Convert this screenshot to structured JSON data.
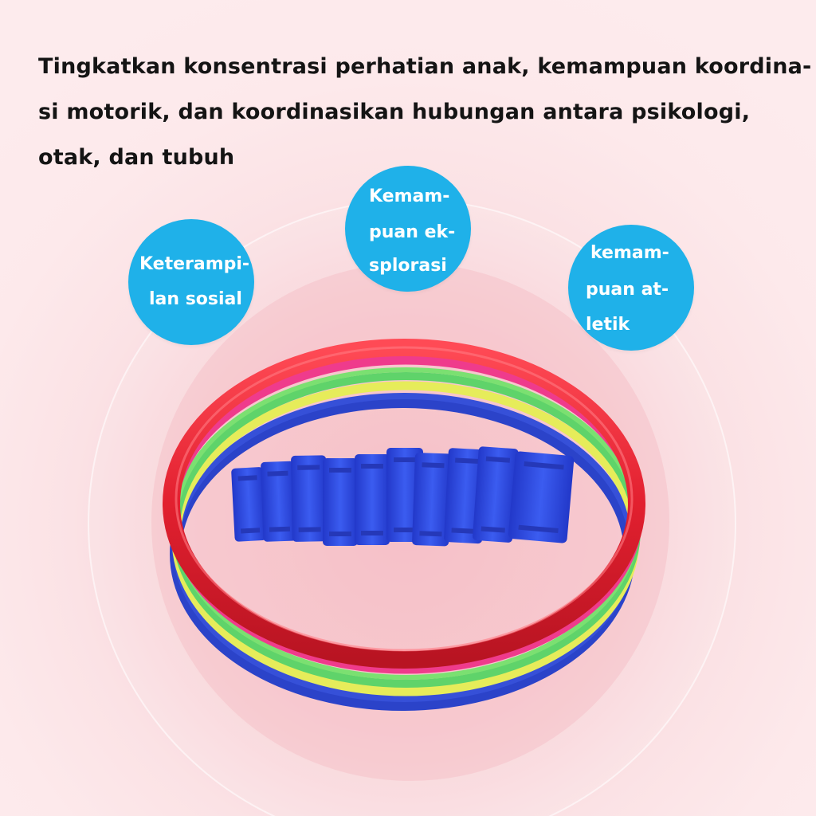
{
  "headline": {
    "line1": "Tingkatkan konsentrasi perhatian anak, kemampuan koordina-",
    "line2": "si motorik, dan koordinasikan hubungan antara psikologi,",
    "line3": "otak, dan tubuh"
  },
  "bubbles": {
    "social": {
      "line1": "Keterampi-",
      "line2": "lan sosial"
    },
    "exploration": {
      "line1": "Kemam-",
      "line2": "puan ek-",
      "line3": "splorasi"
    },
    "athletic": {
      "line1": "kemam-",
      "line2": "puan at-",
      "line3": "letik"
    }
  },
  "colors": {
    "background": "#fbe6e9",
    "bubble": "#1fb1e9",
    "bubble_text": "#ffffff",
    "headline_text": "#141414",
    "ring_red": "#e2202f",
    "ring_pink": "#ef3b8c",
    "ring_green": "#5fd36a",
    "ring_yellow": "#e6ec5a",
    "ring_blue": "#2b43c9",
    "connector_blue": "#2f4fe0"
  },
  "product": {
    "icon": "rainbow-hoop-rings-with-connectors",
    "connector_count": 10
  }
}
